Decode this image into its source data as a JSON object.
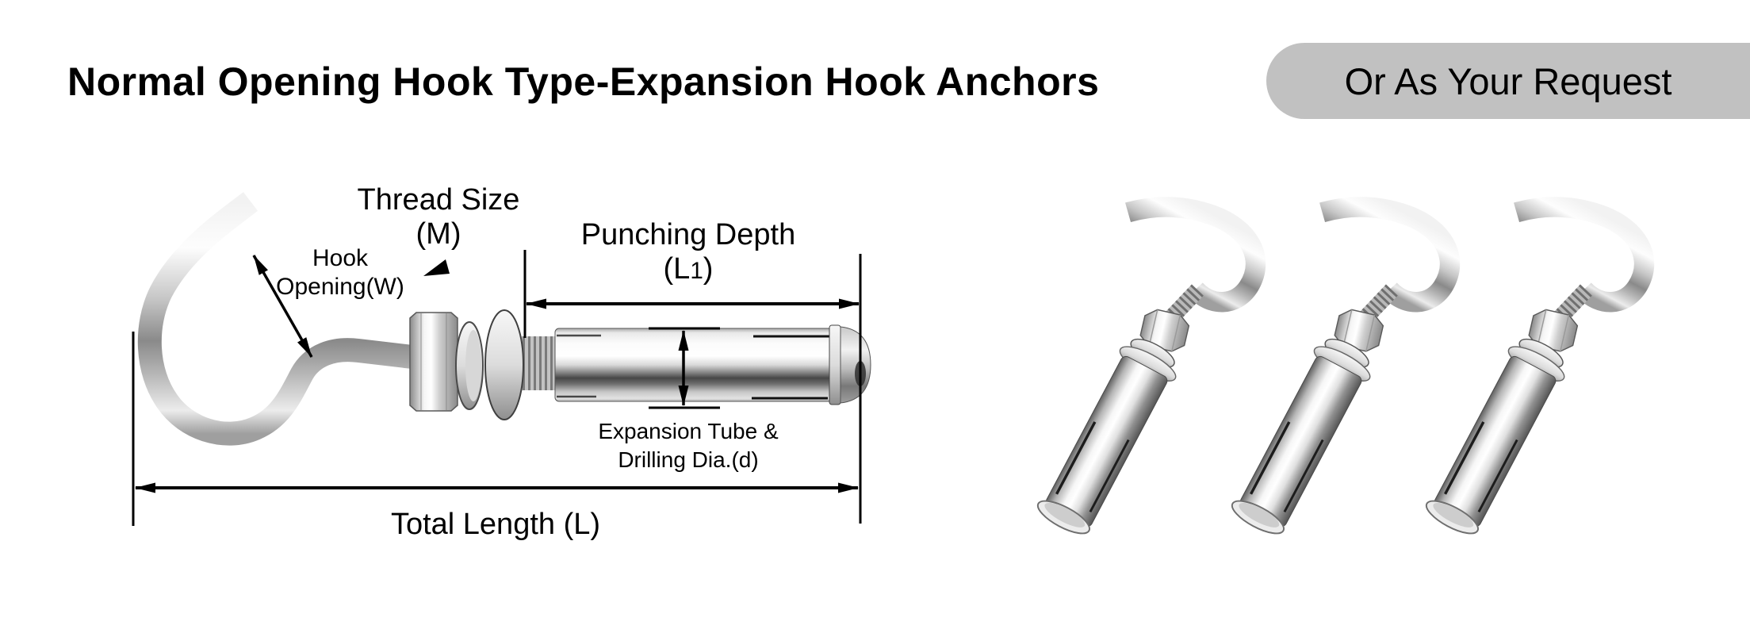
{
  "title": "Normal Opening Hook Type-Expansion Hook Anchors",
  "badge": {
    "label": "Or As Your Request",
    "bg_color": "#c1c1c1",
    "text_color": "#000000"
  },
  "diagram": {
    "labels": {
      "thread_size_line1": "Thread Size",
      "thread_size_line2": "(M)",
      "hook_opening_line1": "Hook",
      "hook_opening_line2": "Opening(W)",
      "punching_depth_line1": "Punching Depth",
      "punching_depth_open": "(L",
      "punching_depth_sub": "1",
      "punching_depth_close": ")",
      "expansion_line1": "Expansion Tube &",
      "expansion_line2": "Drilling Dia.(d)",
      "total_length": "Total Length (L)"
    }
  },
  "products": {
    "count": 3,
    "item_name": "stainless-steel-expansion-hook-anchor-photo"
  }
}
